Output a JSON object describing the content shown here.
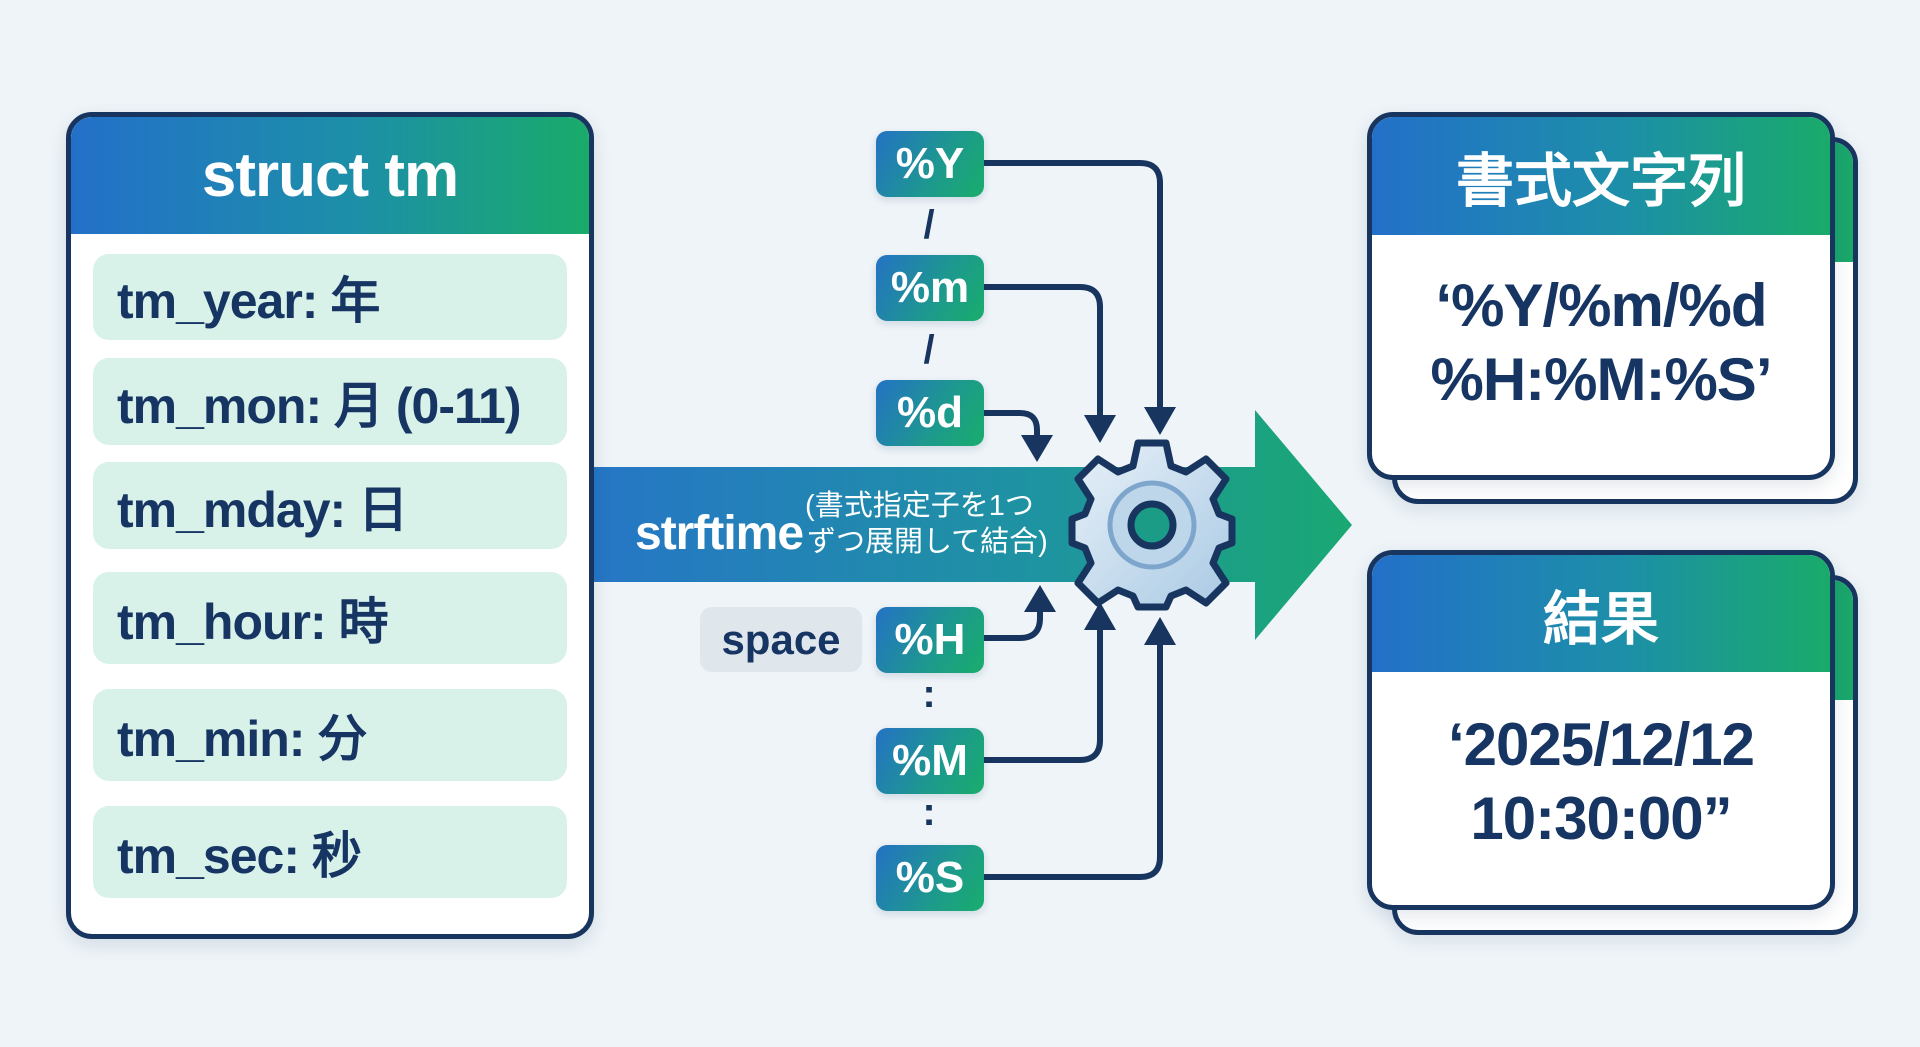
{
  "struct_box": {
    "title": "struct tm",
    "fields": [
      {
        "label": "tm_year: 年"
      },
      {
        "label": "tm_mon: 月 (0-11)"
      },
      {
        "label": "tm_mday: 日"
      },
      {
        "label": "tm_hour: 時"
      },
      {
        "label": "tm_min: 分"
      },
      {
        "label": "tm_sec: 秒"
      }
    ]
  },
  "specifiers": [
    {
      "label": "%Y"
    },
    {
      "label": "%m"
    },
    {
      "label": "%d"
    },
    {
      "label": "%H"
    },
    {
      "label": "%M"
    },
    {
      "label": "%S"
    }
  ],
  "separators": {
    "date_1": "/",
    "date_2": "/",
    "time_1": ":",
    "time_2": ":"
  },
  "space_label": "space",
  "process": {
    "name": "strftime",
    "desc_line1": "(書式指定子を1つ",
    "desc_line2": "ずつ展開して結合)"
  },
  "format_box": {
    "title": "書式文字列",
    "line1": "‘%Y/%m/%d",
    "line2": "%H:%M:%S’"
  },
  "result_box": {
    "title": "結果",
    "line1": "‘2025/12/12",
    "line2": "10:30:00”"
  },
  "colors": {
    "background": "#eef4f8",
    "outline": "#17355f",
    "gradient_start": "#2370c9",
    "gradient_end": "#19ab6a",
    "field_bg": "#d8f1e9",
    "text_dark": "#163563"
  }
}
